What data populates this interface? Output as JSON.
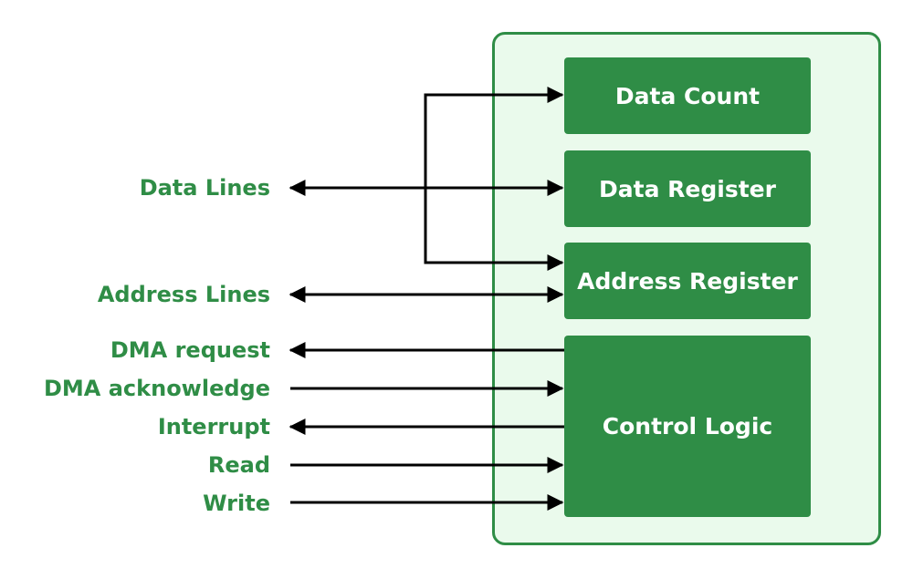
{
  "blocks": {
    "data_count": "Data Count",
    "data_register": "Data Register",
    "address_register": "Address Register",
    "control_logic": "Control Logic"
  },
  "signals": {
    "data_lines": "Data Lines",
    "address_lines": "Address Lines",
    "dma_request": "DMA request",
    "dma_acknowledge": "DMA acknowledge",
    "interrupt": "Interrupt",
    "read": "Read",
    "write": "Write"
  },
  "colors": {
    "accent": "#2f8d46",
    "panel_fill": "#eafaec",
    "arrow": "#000000"
  }
}
